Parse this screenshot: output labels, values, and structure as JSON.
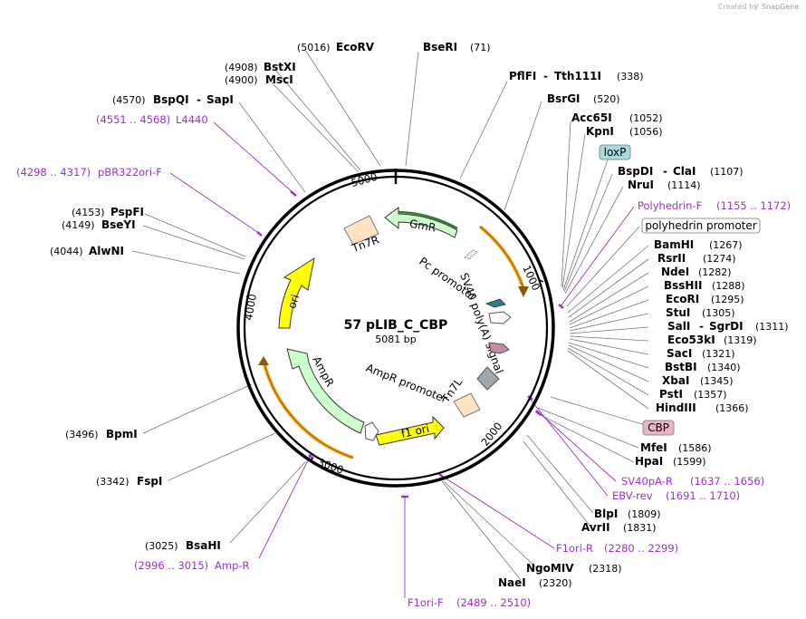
{
  "credit": {
    "prefix": "Created by",
    "brand": "SnapGene"
  },
  "plasmid": {
    "name": "57 pLIB_C_CBP",
    "length": "5081 bp"
  },
  "ticks": [
    "1000",
    "2000",
    "3000",
    "4000",
    "5000"
  ],
  "features": {
    "GmR": "GmR",
    "Tn7R": "Tn7R",
    "Pc": "Pc promoter",
    "SV40": "SV40 poly(A) signal",
    "ori": "ori",
    "AmpR": "AmpR",
    "AmpRprom": "AmpR promoter",
    "Tn7L": "Tn7L",
    "f1ori": "f1 ori"
  },
  "tags": {
    "loxP": "loxP",
    "polyhedrin": "polyhedrin promoter",
    "CBP": "CBP"
  },
  "sites": {
    "EcoRV": {
      "name": "EcoRV",
      "pos": "(5016)"
    },
    "BseRI": {
      "name": "BseRI",
      "pos": "(71)"
    },
    "BstXI": {
      "name": "BstXI",
      "pos": "(4908)"
    },
    "MscI": {
      "name": "MscI",
      "pos": "(4900)"
    },
    "BspQI": {
      "name": "BspQI",
      "pos": "(4570)",
      "alt": "SapI"
    },
    "PflFI": {
      "name": "PflFI",
      "alt": "Tth111I",
      "pos": "(338)"
    },
    "BsrGI": {
      "name": "BsrGI",
      "pos": "(520)"
    },
    "Acc65I": {
      "name": "Acc65I",
      "pos": "(1052)"
    },
    "KpnI": {
      "name": "KpnI",
      "pos": "(1056)"
    },
    "BspDI": {
      "name": "BspDI",
      "alt": "ClaI",
      "pos": "(1107)"
    },
    "NruI": {
      "name": "NruI",
      "pos": "(1114)"
    },
    "PspFI": {
      "name": "PspFI",
      "pos": "(4153)"
    },
    "BseYI": {
      "name": "BseYI",
      "pos": "(4149)"
    },
    "AlwNI": {
      "name": "AlwNI",
      "pos": "(4044)"
    },
    "BamHI": {
      "name": "BamHI",
      "pos": "(1267)"
    },
    "RsrII": {
      "name": "RsrII",
      "pos": "(1274)"
    },
    "NdeI": {
      "name": "NdeI",
      "pos": "(1282)"
    },
    "BssHII": {
      "name": "BssHII",
      "pos": "(1288)"
    },
    "EcoRI": {
      "name": "EcoRI",
      "pos": "(1295)"
    },
    "StuI": {
      "name": "StuI",
      "pos": "(1305)"
    },
    "SalI": {
      "name": "SalI",
      "alt": "SgrDI",
      "pos": "(1311)"
    },
    "Eco53kI": {
      "name": "Eco53kI",
      "pos": "(1319)"
    },
    "SacI": {
      "name": "SacI",
      "pos": "(1321)"
    },
    "BstBI": {
      "name": "BstBI",
      "pos": "(1340)"
    },
    "XbaI": {
      "name": "XbaI",
      "pos": "(1345)"
    },
    "PstI": {
      "name": "PstI",
      "pos": "(1357)"
    },
    "HindIII": {
      "name": "HindIII",
      "pos": "(1366)"
    },
    "BpmI": {
      "name": "BpmI",
      "pos": "(3496)"
    },
    "FspI": {
      "name": "FspI",
      "pos": "(3342)"
    },
    "MfeI": {
      "name": "MfeI",
      "pos": "(1586)"
    },
    "HpaI": {
      "name": "HpaI",
      "pos": "(1599)"
    },
    "BlpI": {
      "name": "BlpI",
      "pos": "(1809)"
    },
    "AvrII": {
      "name": "AvrII",
      "pos": "(1831)"
    },
    "NgoMIV": {
      "name": "NgoMIV",
      "pos": "(2318)"
    },
    "NaeI": {
      "name": "NaeI",
      "pos": "(2320)"
    },
    "BsaHI": {
      "name": "BsaHI",
      "pos": "(3025)"
    }
  },
  "primers": {
    "L4440": {
      "range": "(4551 .. 4568)",
      "name": "L4440"
    },
    "pBR322ori": {
      "range": "(4298 .. 4317)",
      "name": "pBR322ori-F"
    },
    "PolyhedrinF": {
      "name": "Polyhedrin-F",
      "range": "(1155 .. 1172)"
    },
    "SV40pAR": {
      "name": "SV40pA-R",
      "range": "(1637 .. 1656)"
    },
    "EBVrev": {
      "name": "EBV-rev",
      "range": "(1691 .. 1710)"
    },
    "F1oriR": {
      "name": "F1ori-R",
      "range": "(2280 .. 2299)"
    },
    "F1oriF": {
      "name": "F1ori-F",
      "range": "(2489 .. 2510)"
    },
    "AmpR": {
      "range": "(2996 .. 3015)",
      "name": "Amp-R"
    }
  },
  "colors": {
    "backbone": "#000000",
    "GmR": "#ccffcc",
    "AmpR": "#ccffcc",
    "ori": "#ffff00",
    "f1ori": "#ffff00",
    "Tn7": "#ffe4c4",
    "orange_arrow": "#f5a623",
    "primer": "#9b30d0",
    "loxP_tag": "#a8dadc",
    "CBP_tag": "#e8b4c8"
  }
}
